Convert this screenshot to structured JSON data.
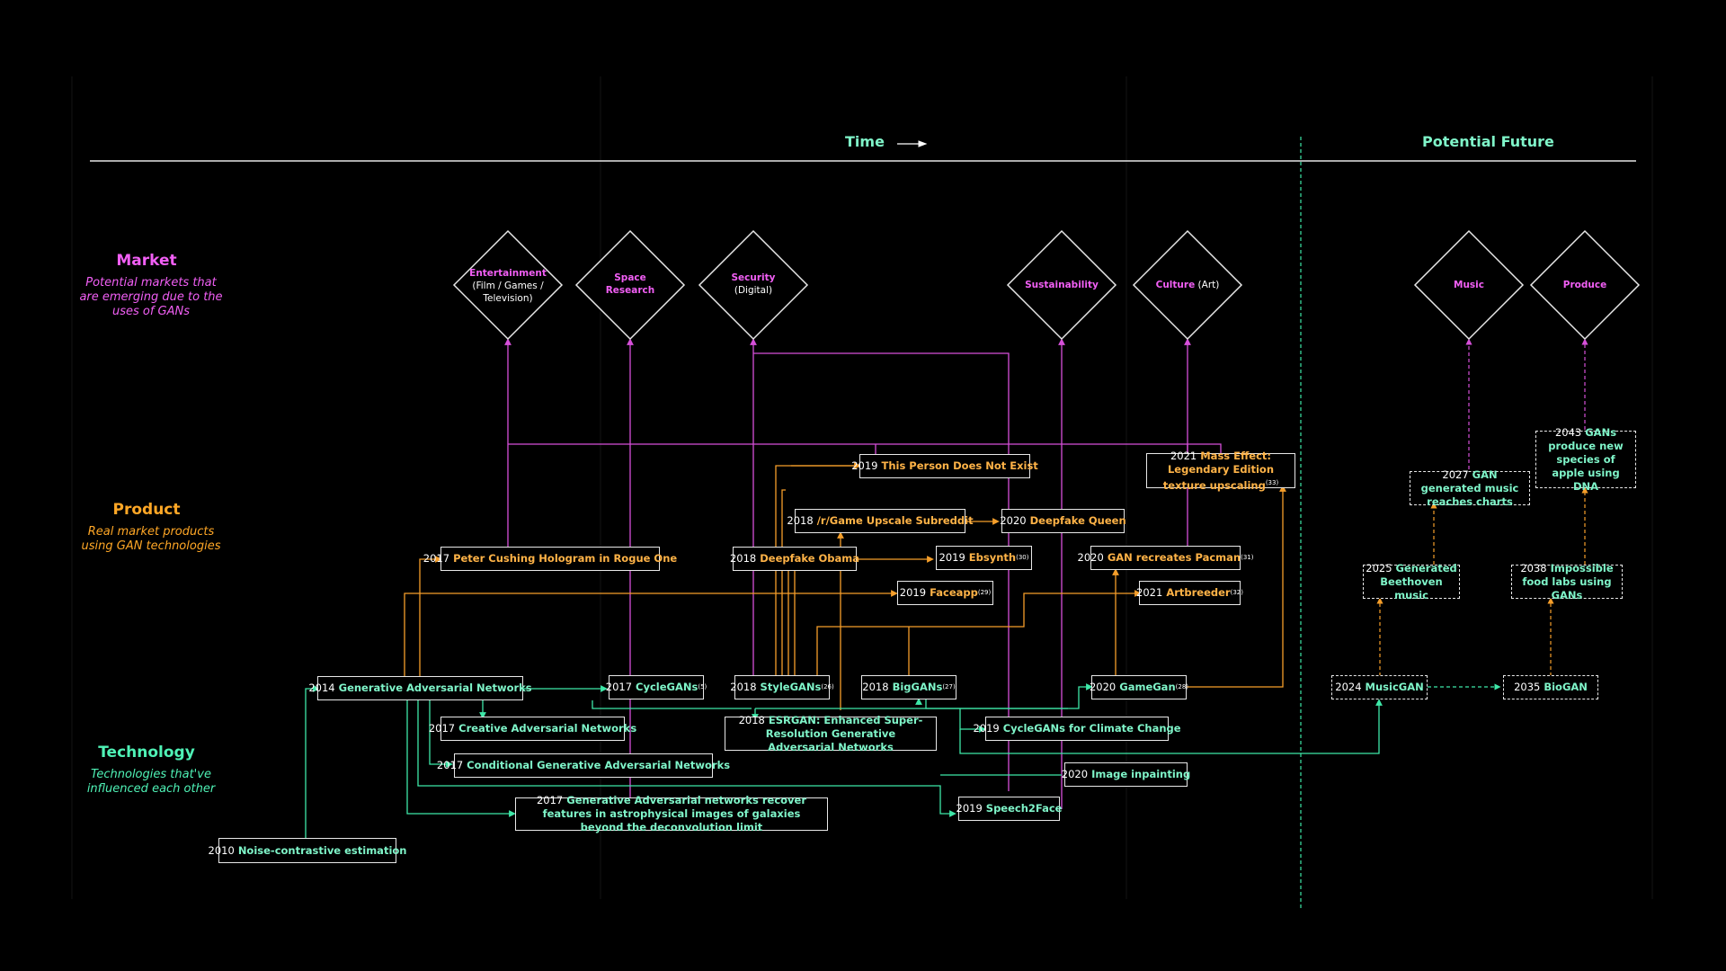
{
  "header": {
    "time": "Time",
    "future": "Potential Future"
  },
  "lanes": {
    "market": {
      "title": "Market",
      "subtitle": "Potential markets that are emerging due to the uses of GANs",
      "color": "#f25ff5"
    },
    "product": {
      "title": "Product",
      "subtitle": "Real market products using GAN technologies",
      "color": "#ffa726"
    },
    "technology": {
      "title": "Technology",
      "subtitle": "Technologies that've influenced each other",
      "color": "#4ff2b6"
    }
  },
  "markets": {
    "entertainment": {
      "name": "Entertainment",
      "detail": "(Film / Games / Television)"
    },
    "space": {
      "name": "Space Research",
      "detail": ""
    },
    "security": {
      "name": "Security",
      "detail": "(Digital)"
    },
    "sustainability": {
      "name": "Sustainability",
      "detail": ""
    },
    "culture": {
      "name": "Culture",
      "detail": "(Art)"
    },
    "music": {
      "name": "Music",
      "detail": ""
    },
    "produce": {
      "name": "Produce",
      "detail": ""
    }
  },
  "products": {
    "p1": {
      "year": "2017",
      "name": "Peter Cushing Hologram in Rogue One",
      "ref": ""
    },
    "p2": {
      "year": "2018",
      "name": "Deepfake Obama",
      "ref": ""
    },
    "p3": {
      "year": "2019",
      "name": "This Person Does Not Exist",
      "ref": ""
    },
    "p4": {
      "year": "2018",
      "name": "/r/Game Upscale Subreddit",
      "ref": ""
    },
    "p5": {
      "year": "2020",
      "name": "Deepfake Queen",
      "ref": ""
    },
    "p6": {
      "year": "2019",
      "name": "Ebsynth",
      "ref": "(30)"
    },
    "p7": {
      "year": "2019",
      "name": "Faceapp",
      "ref": "(29)"
    },
    "p8": {
      "year": "2020",
      "name": "GAN recreates Pacman",
      "ref": "(31)"
    },
    "p9": {
      "year": "2021",
      "name": "Artbreeder",
      "ref": "(32)"
    },
    "p10": {
      "year": "2021",
      "name": "Mass Effect: Legendary Edition texture upscaling",
      "ref": "(33)"
    }
  },
  "technologies": {
    "t1": {
      "year": "2010",
      "name": "Noise-contrastive estimation",
      "ref": ""
    },
    "t2": {
      "year": "2014",
      "name": "Generative Adversarial Networks",
      "ref": ""
    },
    "t3": {
      "year": "2017",
      "name": "Creative Adversarial Networks",
      "ref": ""
    },
    "t4": {
      "year": "2017",
      "name": "Conditional Generative Adversarial Networks",
      "ref": ""
    },
    "t5": {
      "year": "2017",
      "name": "Generative Adversarial networks recover features in astrophysical images of galaxies beyond the deconvolution limit",
      "ref": ""
    },
    "t6": {
      "year": "2017",
      "name": "CycleGANs",
      "ref": "(5)"
    },
    "t7": {
      "year": "2018",
      "name": "StyleGANs",
      "ref": "(26)"
    },
    "t8": {
      "year": "2018",
      "name": "ESRGAN: Enhanced Super-Resolution Generative Adversarial Networks",
      "ref": ""
    },
    "t9": {
      "year": "2018",
      "name": "BigGANs",
      "ref": "(27)"
    },
    "t10": {
      "year": "2019",
      "name": "CycleGANs for Climate Change",
      "ref": ""
    },
    "t11": {
      "year": "2020",
      "name": "GameGan",
      "ref": "(28)"
    },
    "t12": {
      "year": "2020",
      "name": "Image inpainting",
      "ref": ""
    },
    "t13": {
      "year": "2019",
      "name": "Speech2Face",
      "ref": ""
    }
  },
  "future": {
    "f1": {
      "year": "2024",
      "name": "MusicGAN"
    },
    "f2": {
      "year": "2035",
      "name": "BioGAN"
    },
    "f3": {
      "year": "2025",
      "name": "Generated Beethoven music"
    },
    "f4": {
      "year": "2038",
      "name": "Impossible food labs using GANs"
    },
    "f5": {
      "year": "2027",
      "name": "GAN generated music reaches charts"
    },
    "f6": {
      "year": "2043",
      "name": "GANs produce new species of apple using DNA"
    }
  },
  "colors": {
    "market": "#d64fd9",
    "product": "#f59e2a",
    "technology": "#3ee8a8",
    "box": "#e8e8e8"
  }
}
